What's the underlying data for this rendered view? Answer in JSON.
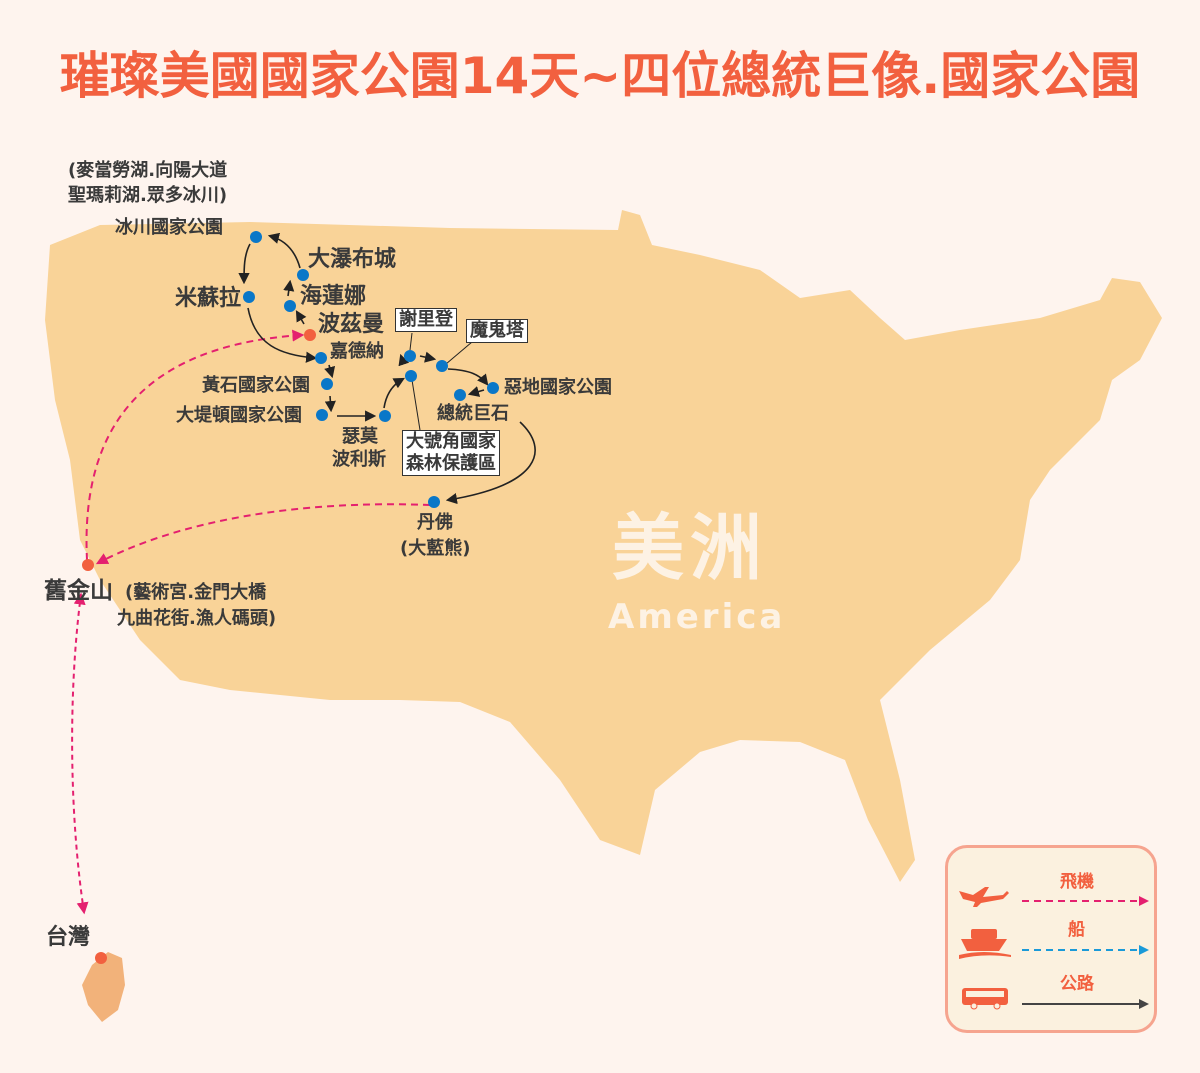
{
  "title": "璀璨美國國家公園14天~四位總統巨像.國家公園",
  "watermark": {
    "zh": "美洲",
    "en": "America"
  },
  "places": {
    "glacier_note": "(麥當勞湖.向陽大道",
    "glacier_note2": "聖瑪莉湖.眾多冰川)",
    "glacier": "冰川國家公園",
    "great_falls": "大瀑布城",
    "missoula": "米蘇拉",
    "helena": "海蓮娜",
    "bozeman": "波茲曼",
    "gardiner": "嘉德納",
    "yellowstone": "黃石國家公園",
    "grand_teton": "大堤頓國家公園",
    "thermopolis_1": "瑟莫",
    "thermopolis_2": "波利斯",
    "sheridan": "謝里登",
    "devils_tower": "魔鬼塔",
    "badlands": "惡地國家公園",
    "rushmore": "總統巨石",
    "bighorn_1": "大號角國家",
    "bighorn_2": "森林保護區",
    "denver": "丹佛",
    "denver_note": "(大藍熊)",
    "sf": "舊金山",
    "sf_note": "(藝術宮.金門大橋",
    "sf_note2": "九曲花街.漁人碼頭)",
    "taiwan": "台灣"
  },
  "legend": {
    "flight": "飛機",
    "ship": "船",
    "road": "公路"
  },
  "colors": {
    "land": "#f9d398",
    "stop": "#0a77c8",
    "hub": "#f2603f",
    "flight": "#e4206f",
    "ship": "#1a9ad8",
    "road": "#333333",
    "taiwan": "#f2b27a"
  }
}
